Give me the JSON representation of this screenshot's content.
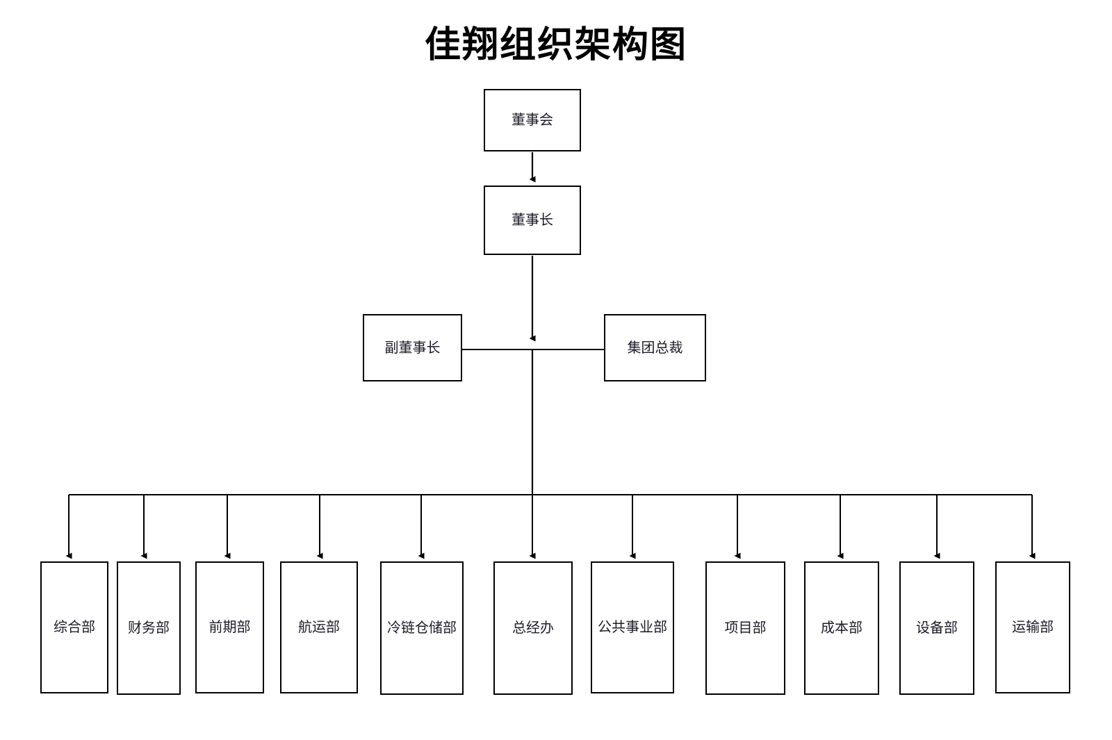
{
  "title": "佳翔组织架构图",
  "chart_data": {
    "type": "diagram",
    "diagram_kind": "organization-chart",
    "title": "佳翔组织架构图",
    "orientation": "top-down",
    "node_shape": "rectangle",
    "connector_style": "orthogonal-arrow",
    "colors": {
      "background": "#ffffff",
      "box_border": "#000000",
      "box_fill": "#ffffff",
      "label_text": "#1c1c28",
      "connector": "#000000",
      "title_text": "#000000"
    },
    "levels": [
      {
        "level": 1,
        "nodes": [
          "董事会"
        ]
      },
      {
        "level": 2,
        "nodes": [
          "董事长"
        ]
      },
      {
        "level": 3,
        "nodes": [
          "副董事长",
          "集团总裁"
        ]
      },
      {
        "level": 4,
        "nodes": [
          "综合部",
          "财务部",
          "前期部",
          "航运部",
          "冷链仓储部",
          "总经办",
          "公共事业部",
          "项目部",
          "成本部",
          "设备部",
          "运输部"
        ]
      }
    ],
    "edges": [
      {
        "from": "董事会",
        "to": "董事长",
        "arrow": true
      },
      {
        "from": "董事长",
        "to": "副董事长",
        "arrow": false
      },
      {
        "from": "董事长",
        "to": "集团总裁",
        "arrow": false
      },
      {
        "from": "董事长",
        "to": "综合部",
        "arrow": true
      },
      {
        "from": "董事长",
        "to": "财务部",
        "arrow": true
      },
      {
        "from": "董事长",
        "to": "前期部",
        "arrow": true
      },
      {
        "from": "董事长",
        "to": "航运部",
        "arrow": true
      },
      {
        "from": "董事长",
        "to": "冷链仓储部",
        "arrow": true
      },
      {
        "from": "董事长",
        "to": "总经办",
        "arrow": true
      },
      {
        "from": "董事长",
        "to": "公共事业部",
        "arrow": true
      },
      {
        "from": "董事长",
        "to": "项目部",
        "arrow": true
      },
      {
        "from": "董事长",
        "to": "成本部",
        "arrow": true
      },
      {
        "from": "董事长",
        "to": "设备部",
        "arrow": true
      },
      {
        "from": "董事长",
        "to": "运输部",
        "arrow": true
      }
    ]
  },
  "nodes": {
    "board": {
      "label": "董事会"
    },
    "chairman": {
      "label": "董事长"
    },
    "vice_chairman": {
      "label": "副董事长"
    },
    "group_president": {
      "label": "集团总裁"
    }
  },
  "departments": [
    {
      "label": "综合部"
    },
    {
      "label": "财务部"
    },
    {
      "label": "前期部"
    },
    {
      "label": "航运部"
    },
    {
      "label": "冷链仓储部"
    },
    {
      "label": "总经办"
    },
    {
      "label": "公共事业部"
    },
    {
      "label": "项目部"
    },
    {
      "label": "成本部"
    },
    {
      "label": "设备部"
    },
    {
      "label": "运输部"
    }
  ]
}
